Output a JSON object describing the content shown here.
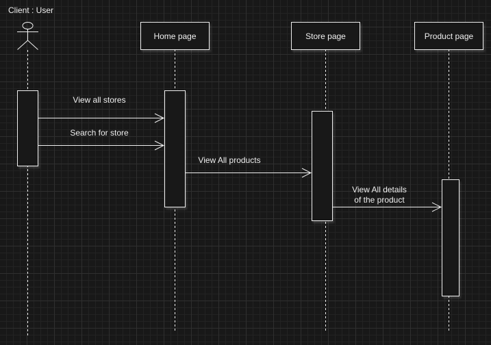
{
  "diagram": {
    "title": "Client : User",
    "participants": [
      {
        "id": "home",
        "label": "Home page"
      },
      {
        "id": "store",
        "label": "Store page"
      },
      {
        "id": "product",
        "label": "Product page"
      }
    ],
    "messages": [
      {
        "label": "View all stores"
      },
      {
        "label": "Search for store"
      },
      {
        "label": "View All products"
      },
      {
        "label_line1": "View All details",
        "label_line2": "of the product"
      }
    ],
    "colors": {
      "background": "#181818",
      "stroke": "#f0f0f0",
      "grid": "#2f2f2f"
    }
  }
}
